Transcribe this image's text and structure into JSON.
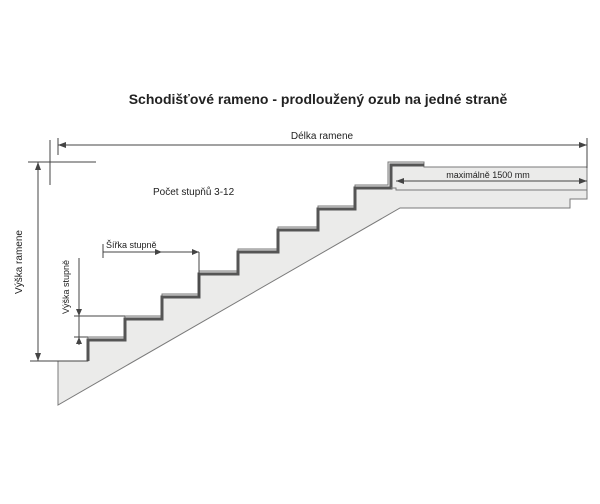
{
  "title": "Schodišťové rameno - prodloužený ozub na jedné straně",
  "labels": {
    "length": "Délka ramene",
    "height": "Výška ramene",
    "step_count": "Počet stupňů 3-12",
    "tread_width": "Šířka stupně",
    "riser_height": "Výška stupně",
    "landing_max": "maximálně 1500 mm"
  },
  "colors": {
    "concrete_fill": "#ebebea",
    "concrete_edge": "#7a7a7a",
    "stair_outline": "#555555",
    "dimension_line": "#444444"
  }
}
